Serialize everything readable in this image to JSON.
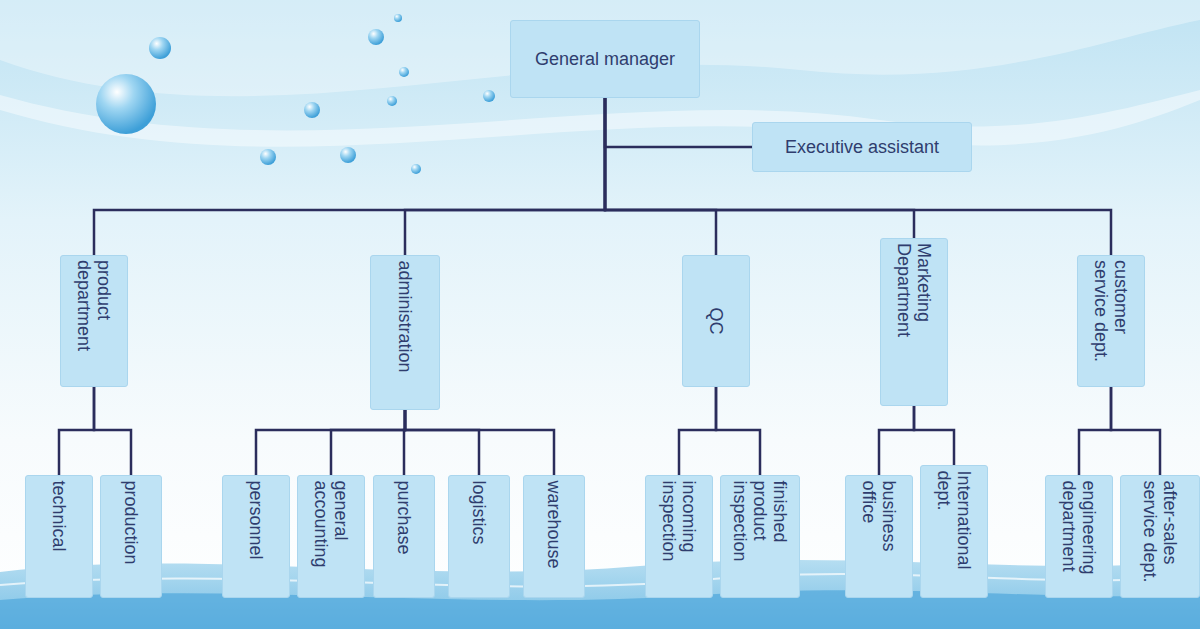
{
  "diagram": {
    "nodes": [
      {
        "text": [
          "General manager"
        ]
      },
      {
        "text": [
          "Executive assistant"
        ]
      },
      {
        "text": [
          "product department"
        ]
      },
      {
        "text": [
          "administration"
        ]
      },
      {
        "text": [
          "QC"
        ]
      },
      {
        "text": [
          "Marketing Department"
        ]
      },
      {
        "text": [
          "customer service dept."
        ]
      },
      {
        "text": [
          "technical"
        ]
      },
      {
        "text": [
          "production"
        ]
      },
      {
        "text": [
          "personnel"
        ]
      },
      {
        "text": [
          "general accounting"
        ]
      },
      {
        "text": [
          "purchase"
        ]
      },
      {
        "text": [
          "logistics"
        ]
      },
      {
        "text": [
          "warehouse"
        ]
      },
      {
        "text": [
          "incoming inspection"
        ]
      },
      {
        "text": [
          "finished product inspection"
        ]
      },
      {
        "text": [
          "business office"
        ]
      },
      {
        "text": [
          "International dept."
        ]
      },
      {
        "text": [
          "engineering department"
        ]
      },
      {
        "text": [
          "after-sales service dept."
        ]
      }
    ],
    "edges": [
      {
        "from": 0,
        "to": 1,
        "arrow": "none"
      },
      {
        "from": 0,
        "to": 2,
        "arrow": "none"
      },
      {
        "from": 0,
        "to": 3,
        "arrow": "none"
      },
      {
        "from": 0,
        "to": 4,
        "arrow": "none"
      },
      {
        "from": 0,
        "to": 5,
        "arrow": "none"
      },
      {
        "from": 0,
        "to": 6,
        "arrow": "none"
      },
      {
        "from": 2,
        "to": 7,
        "arrow": "none"
      },
      {
        "from": 2,
        "to": 8,
        "arrow": "none"
      },
      {
        "from": 3,
        "to": 9,
        "arrow": "none"
      },
      {
        "from": 3,
        "to": 10,
        "arrow": "none"
      },
      {
        "from": 3,
        "to": 11,
        "arrow": "none"
      },
      {
        "from": 3,
        "to": 12,
        "arrow": "none"
      },
      {
        "from": 3,
        "to": 13,
        "arrow": "none"
      },
      {
        "from": 4,
        "to": 14,
        "arrow": "none"
      },
      {
        "from": 4,
        "to": 15,
        "arrow": "none"
      },
      {
        "from": 5,
        "to": 16,
        "arrow": "none"
      },
      {
        "from": 5,
        "to": 17,
        "arrow": "none"
      },
      {
        "from": 6,
        "to": 18,
        "arrow": "none"
      },
      {
        "from": 6,
        "to": 19,
        "arrow": "none"
      }
    ]
  }
}
